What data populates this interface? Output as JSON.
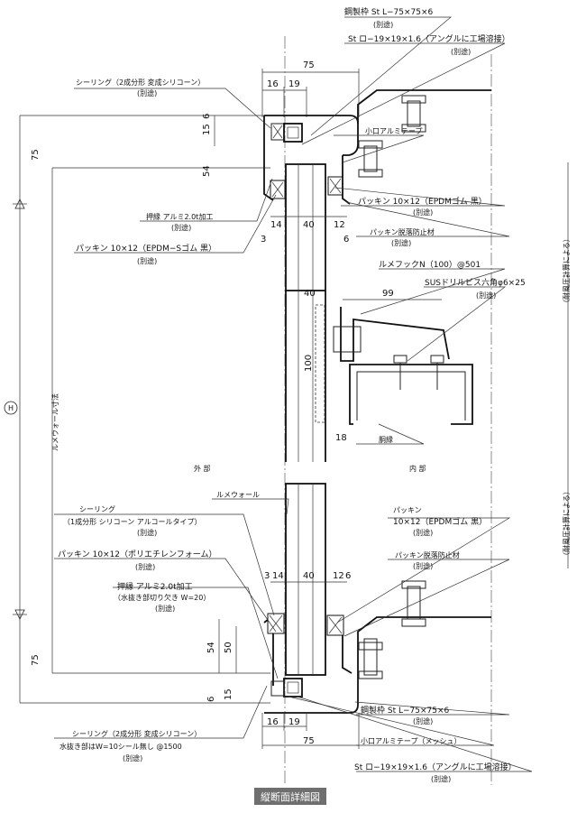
{
  "title": "縦断面詳細図",
  "labels": {
    "steel_frame_top": "鋼製枠 St L−75×75×6",
    "betsuto": "(別途)",
    "st_square_top": "St ロ−19×19×1.6（アングルに工場溶接）",
    "sealing_top": "シーリング（2成分形 変成シリコーン）",
    "small_alum_tape": "小口アルミテープ",
    "packing_epdm_top": "パッキン 10×12（EPDMゴム 黒）",
    "press_edge_top": "押縁 アルミ2.0t加工",
    "packing_fall_top": "パッキン脱落防止材",
    "packing_epdm_s": "パッキン 10×12（EPDM−Sゴム 黒）",
    "lumefook": "ルメフックN（100）@501",
    "sus_screw": "SUSドリルビス六角φ6×25",
    "body_edge": "胴縁",
    "exterior": "外 部",
    "interior": "内 部",
    "lume_wall": "ルメウォール",
    "lume_wall_dim": "ルメウォール寸法",
    "sealing_bottom_1": "シーリング",
    "sealing_bottom_2": "（1成分形 シリコーン アルコールタイプ）",
    "packing_poly": "パッキン 10×12（ポリエチレンフォーム）",
    "press_edge_bottom": "押縁 アルミ2.0t加工",
    "drain_cut": "（水抜き部切り欠き W=20）",
    "packing_bottom_1": "パッキン",
    "packing_bottom_2": "10×12（EPDMゴム 黒）",
    "packing_fall_bottom": "パッキン脱落防止材",
    "steel_frame_bottom": "鋼製枠 St L−75×75×6",
    "sealing_bottom_3": "シーリング（2成分形 変成シリコーン）",
    "drain_note": "水抜き部はW=10シール無し @1500",
    "small_alum_tape_mesh": "小口アルミテープ（メッシュ）",
    "st_square_bottom": "St ロ−19×19×1.6（アングルに工場溶接）",
    "wind_calc_1": "（耐風圧計算による）",
    "wind_calc_2": "（耐風圧計算による）",
    "h_mark": "H"
  },
  "dims": {
    "d75": "75",
    "d16": "16",
    "d19": "19",
    "d15": "15",
    "d6": "6",
    "d54": "54",
    "d14": "14",
    "d40": "40",
    "d12": "12",
    "d3": "3",
    "d99": "99",
    "d100": "100",
    "d18": "18",
    "d50": "50"
  }
}
